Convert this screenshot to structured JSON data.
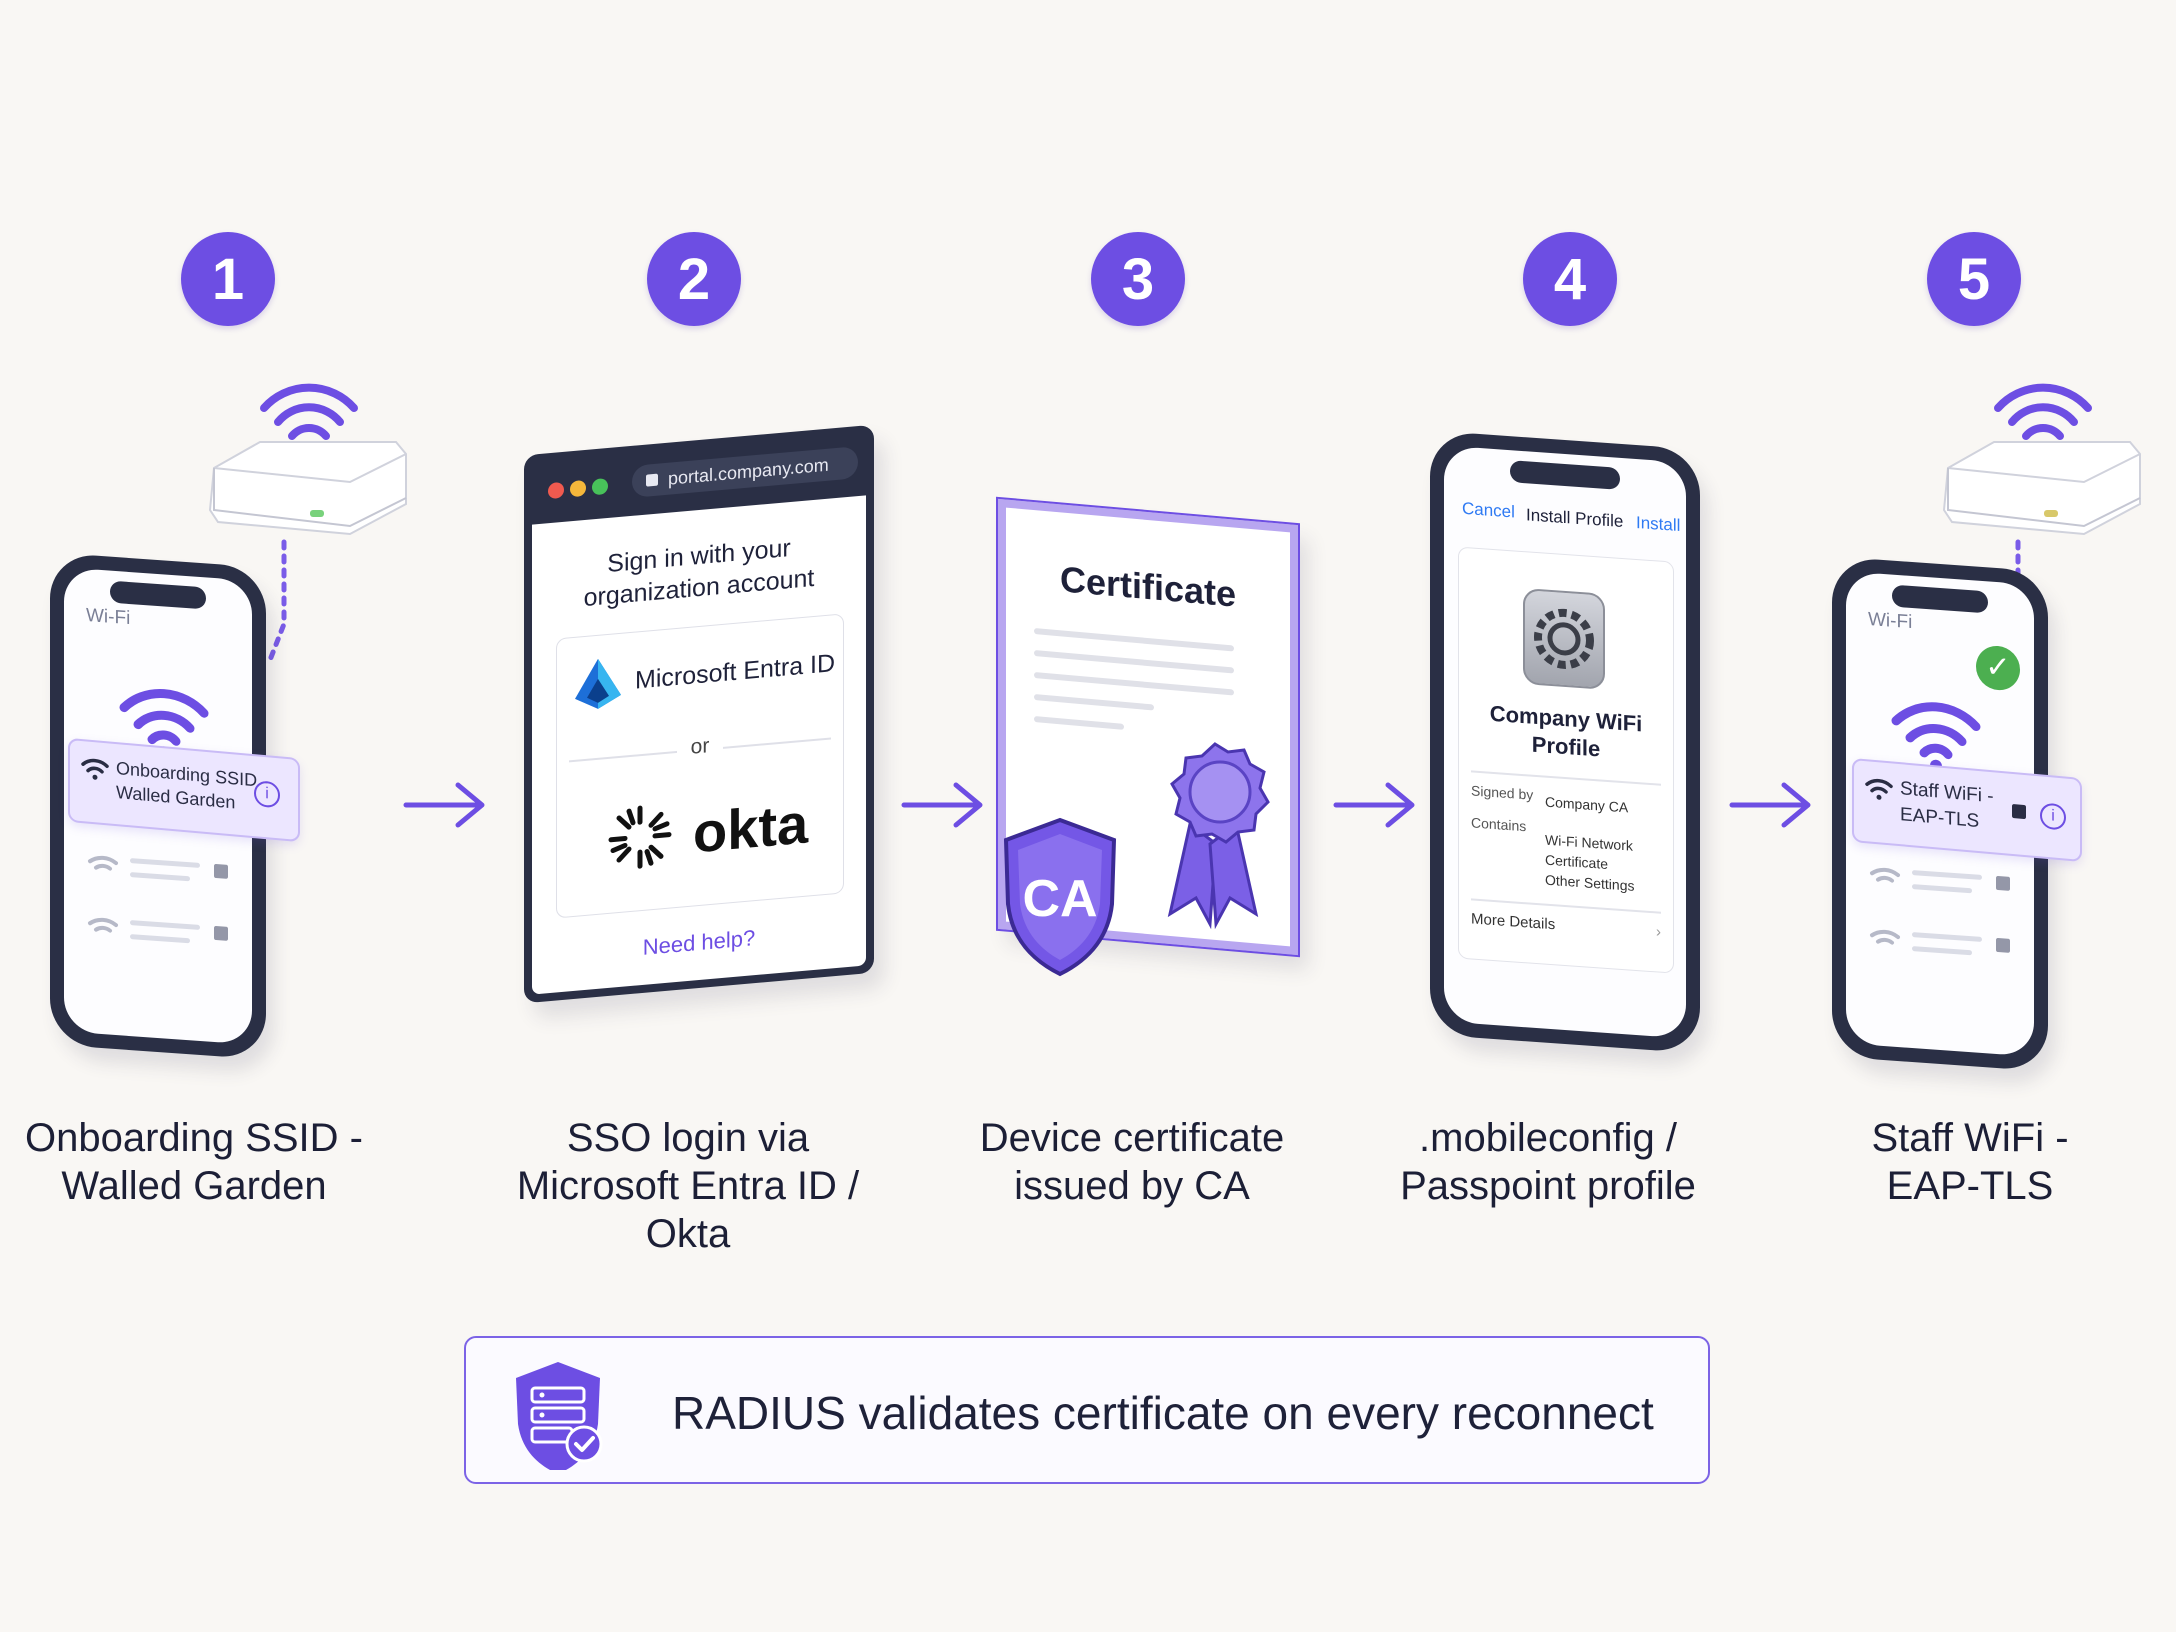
{
  "steps": [
    {
      "number": "1",
      "label": "Onboarding SSID -\nWalled Garden"
    },
    {
      "number": "2",
      "label": "SSO login via\nMicrosoft Entra ID /\nOkta"
    },
    {
      "number": "3",
      "label": "Device certificate\nissued by CA"
    },
    {
      "number": "4",
      "label": ".mobileconfig /\nPasspoint profile"
    },
    {
      "number": "5",
      "label": "Staff WiFi -\nEAP-TLS"
    }
  ],
  "phone1": {
    "header": "Wi-Fi",
    "ssid_line1": "Onboarding SSID -",
    "ssid_line2": "Walled Garden"
  },
  "browser": {
    "url": "portal.company.com",
    "heading_line1": "Sign in with your",
    "heading_line2": "organization account",
    "entra_label": "Microsoft Entra ID",
    "or_label": "or",
    "okta_label": "okta",
    "help_link": "Need help?"
  },
  "certificate": {
    "title": "Certificate",
    "ca_label": "CA"
  },
  "profile": {
    "cancel": "Cancel",
    "title": "Install Profile",
    "install": "Install",
    "name_line1": "Company WiFi",
    "name_line2": "Profile",
    "signed_by_label": "Signed by",
    "signed_by_value": "Company CA",
    "contains_label": "Contains",
    "contains_1": "Wi-Fi Network",
    "contains_2": "Certificate",
    "contains_3": "Other Settings",
    "more_details": "More Details"
  },
  "phone5": {
    "header": "Wi-Fi",
    "ssid_line1": "Staff WiFi -",
    "ssid_line2": "EAP-TLS"
  },
  "footer": {
    "text": "RADIUS validates certificate on every reconnect"
  },
  "colors": {
    "accent": "#6d4ee3",
    "accent_light": "#ece6ff",
    "dark": "#2a2f45",
    "success": "#4caf50"
  }
}
